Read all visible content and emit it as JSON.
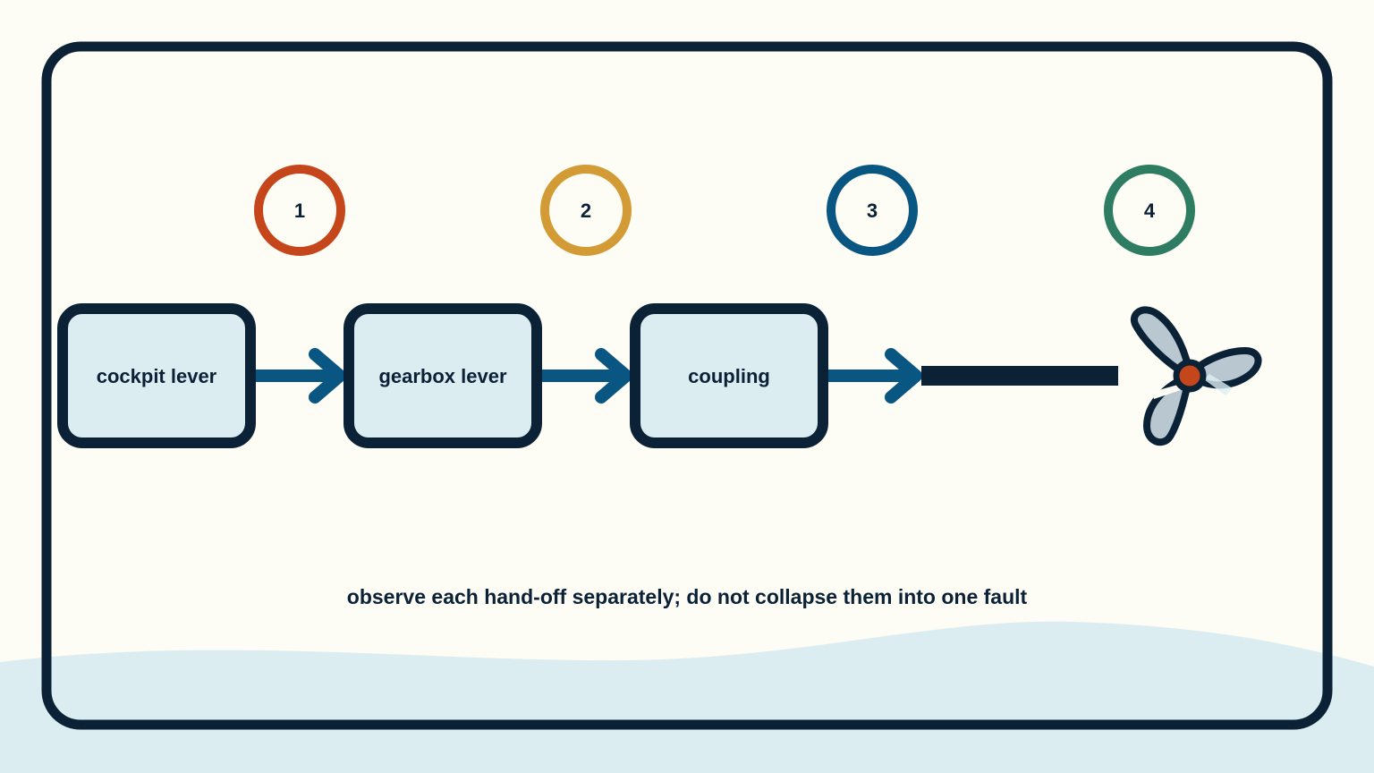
{
  "colors": {
    "background": "#fdfcf5",
    "outline": "#0b2136",
    "box_fill": "#dcedf2",
    "arrow": "#0a5682",
    "wave": "#dcedf2",
    "propeller_blade": "#b8c7d0",
    "hub": "#c4461a"
  },
  "steps": [
    {
      "number": "1",
      "color": "#c4461a"
    },
    {
      "number": "2",
      "color": "#d39b35"
    },
    {
      "number": "3",
      "color": "#0a5682"
    },
    {
      "number": "4",
      "color": "#2e7d62"
    }
  ],
  "nodes": [
    {
      "label": "cockpit lever"
    },
    {
      "label": "gearbox lever"
    },
    {
      "label": "coupling"
    }
  ],
  "icons": {
    "end_component": "propeller-icon"
  },
  "caption": "observe each hand-off separately; do not collapse them into one fault"
}
